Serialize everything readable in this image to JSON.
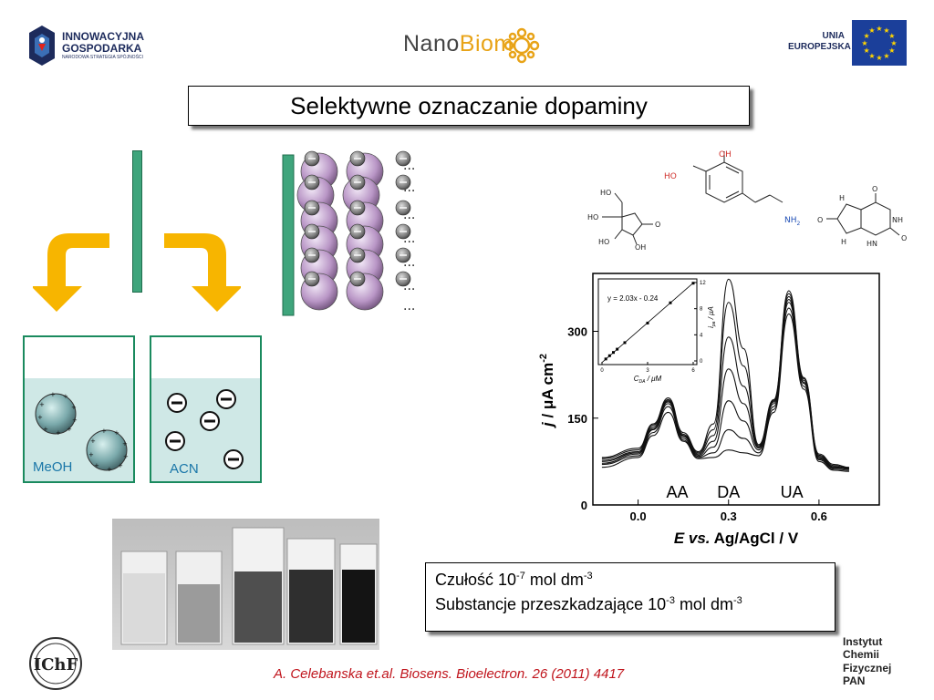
{
  "header": {
    "ig_logo": {
      "line1": "INNOWACYJNA",
      "line2": "GOSPODARKA",
      "line3": "NARODOWA STRATEGIA SPÓJNOŚCI"
    },
    "nanobiom": {
      "part1": "Nano",
      "part2": "Biom"
    },
    "ue_logo": {
      "line1": "UNIA",
      "line2": "EUROPEJSKA"
    }
  },
  "slide_title": "Selektywne oznaczanie dopaminy",
  "beakers": [
    {
      "label": "MeOH"
    },
    {
      "label": "ACN"
    }
  ],
  "molecules": {
    "ascorbic_acid": {
      "ho1": "HO",
      "ho2": "HO",
      "ho3": "HO",
      "oh": "OH",
      "o": "O"
    },
    "dopamine": {
      "oh": "OH",
      "ho": "HO",
      "nh2": "NH"
    },
    "uric_acid": {
      "o": "O",
      "nh": "NH",
      "hn": "HN",
      "h": "H"
    }
  },
  "chart_data": {
    "type": "line",
    "title": "",
    "xlabel": "E vs. Ag/AgCl / V",
    "ylabel": "j / μA cm-2",
    "x_ticks": [
      "0.0",
      "0.3",
      "0.6"
    ],
    "y_ticks": [
      "0",
      "150",
      "300"
    ],
    "xlim": [
      -0.15,
      0.8
    ],
    "ylim": [
      0,
      400
    ],
    "peak_labels": [
      {
        "text": "AA",
        "x": 0.13
      },
      {
        "text": "DA",
        "x": 0.3
      },
      {
        "text": "UA",
        "x": 0.51
      }
    ],
    "series": [
      {
        "x": [
          -0.12,
          0.0,
          0.05,
          0.1,
          0.15,
          0.2,
          0.25,
          0.3,
          0.35,
          0.4,
          0.45,
          0.5,
          0.55,
          0.6,
          0.65,
          0.7
        ],
        "values": [
          65,
          82,
          120,
          160,
          110,
          80,
          82,
          95,
          90,
          85,
          160,
          330,
          200,
          75,
          60,
          58
        ]
      },
      {
        "x": [
          -0.12,
          0.0,
          0.05,
          0.1,
          0.15,
          0.2,
          0.25,
          0.3,
          0.35,
          0.4,
          0.45,
          0.5,
          0.55,
          0.6,
          0.65,
          0.7
        ],
        "values": [
          70,
          85,
          125,
          170,
          112,
          82,
          90,
          130,
          115,
          90,
          165,
          340,
          205,
          78,
          62,
          60
        ]
      },
      {
        "x": [
          -0.12,
          0.0,
          0.05,
          0.1,
          0.15,
          0.2,
          0.25,
          0.3,
          0.35,
          0.4,
          0.45,
          0.5,
          0.55,
          0.6,
          0.65,
          0.7
        ],
        "values": [
          72,
          88,
          130,
          175,
          115,
          84,
          100,
          180,
          145,
          95,
          170,
          350,
          210,
          80,
          64,
          62
        ]
      },
      {
        "x": [
          -0.12,
          0.0,
          0.05,
          0.1,
          0.15,
          0.2,
          0.25,
          0.3,
          0.35,
          0.4,
          0.45,
          0.5,
          0.55,
          0.6,
          0.65,
          0.7
        ],
        "values": [
          75,
          90,
          132,
          178,
          118,
          86,
          110,
          235,
          175,
          98,
          175,
          355,
          212,
          82,
          65,
          62
        ]
      },
      {
        "x": [
          -0.12,
          0.0,
          0.05,
          0.1,
          0.15,
          0.2,
          0.25,
          0.3,
          0.35,
          0.4,
          0.45,
          0.5,
          0.55,
          0.6,
          0.65,
          0.7
        ],
        "values": [
          77,
          92,
          135,
          180,
          120,
          88,
          120,
          290,
          205,
          100,
          178,
          360,
          215,
          84,
          66,
          63
        ]
      },
      {
        "x": [
          -0.12,
          0.0,
          0.05,
          0.1,
          0.15,
          0.2,
          0.25,
          0.3,
          0.35,
          0.4,
          0.45,
          0.5,
          0.55,
          0.6,
          0.65,
          0.7
        ],
        "values": [
          80,
          95,
          138,
          182,
          122,
          90,
          130,
          350,
          240,
          102,
          180,
          365,
          218,
          86,
          68,
          64
        ]
      },
      {
        "x": [
          -0.12,
          0.0,
          0.05,
          0.1,
          0.15,
          0.2,
          0.25,
          0.3,
          0.35,
          0.4,
          0.45,
          0.5,
          0.55,
          0.6,
          0.65,
          0.7
        ],
        "values": [
          82,
          98,
          140,
          185,
          125,
          92,
          140,
          390,
          270,
          104,
          182,
          370,
          220,
          88,
          70,
          65
        ]
      }
    ],
    "inset": {
      "equation": "y = 2.03x - 0.24",
      "xlabel": "C  / μM",
      "xlabel_sub": "DA",
      "ylabel": "i  / μA",
      "ylabel_sub": "pa",
      "x_ticks": [
        "0",
        "3",
        "6"
      ],
      "y_ticks": [
        "0",
        "4",
        "8",
        "12"
      ],
      "xlim": [
        0,
        6
      ],
      "ylim": [
        0,
        12
      ],
      "points": {
        "x": [
          0.25,
          0.5,
          0.75,
          1.0,
          1.5,
          3.0,
          4.5,
          6.0
        ],
        "y": [
          0.3,
          0.8,
          1.3,
          1.8,
          2.8,
          5.8,
          8.9,
          11.9
        ]
      }
    }
  },
  "info": {
    "line1_main": "Czułość 10",
    "line1_exp": "-7",
    "line1_unit": " mol dm",
    "line1_unit_exp": "-3",
    "line2_main": "Substancje przeszkadzające 10",
    "line2_exp": "-3",
    "line2_unit": " mol dm",
    "line2_unit_exp": "-3"
  },
  "citation": "A. Celebanska et.al. Biosens. Bioelectron. 26 (2011) 4417",
  "footer_logo": {
    "line1": "Instytut",
    "line2": "Chemii",
    "line3": "Fizycznej",
    "line4": "PAN",
    "monogram": "IChF"
  }
}
